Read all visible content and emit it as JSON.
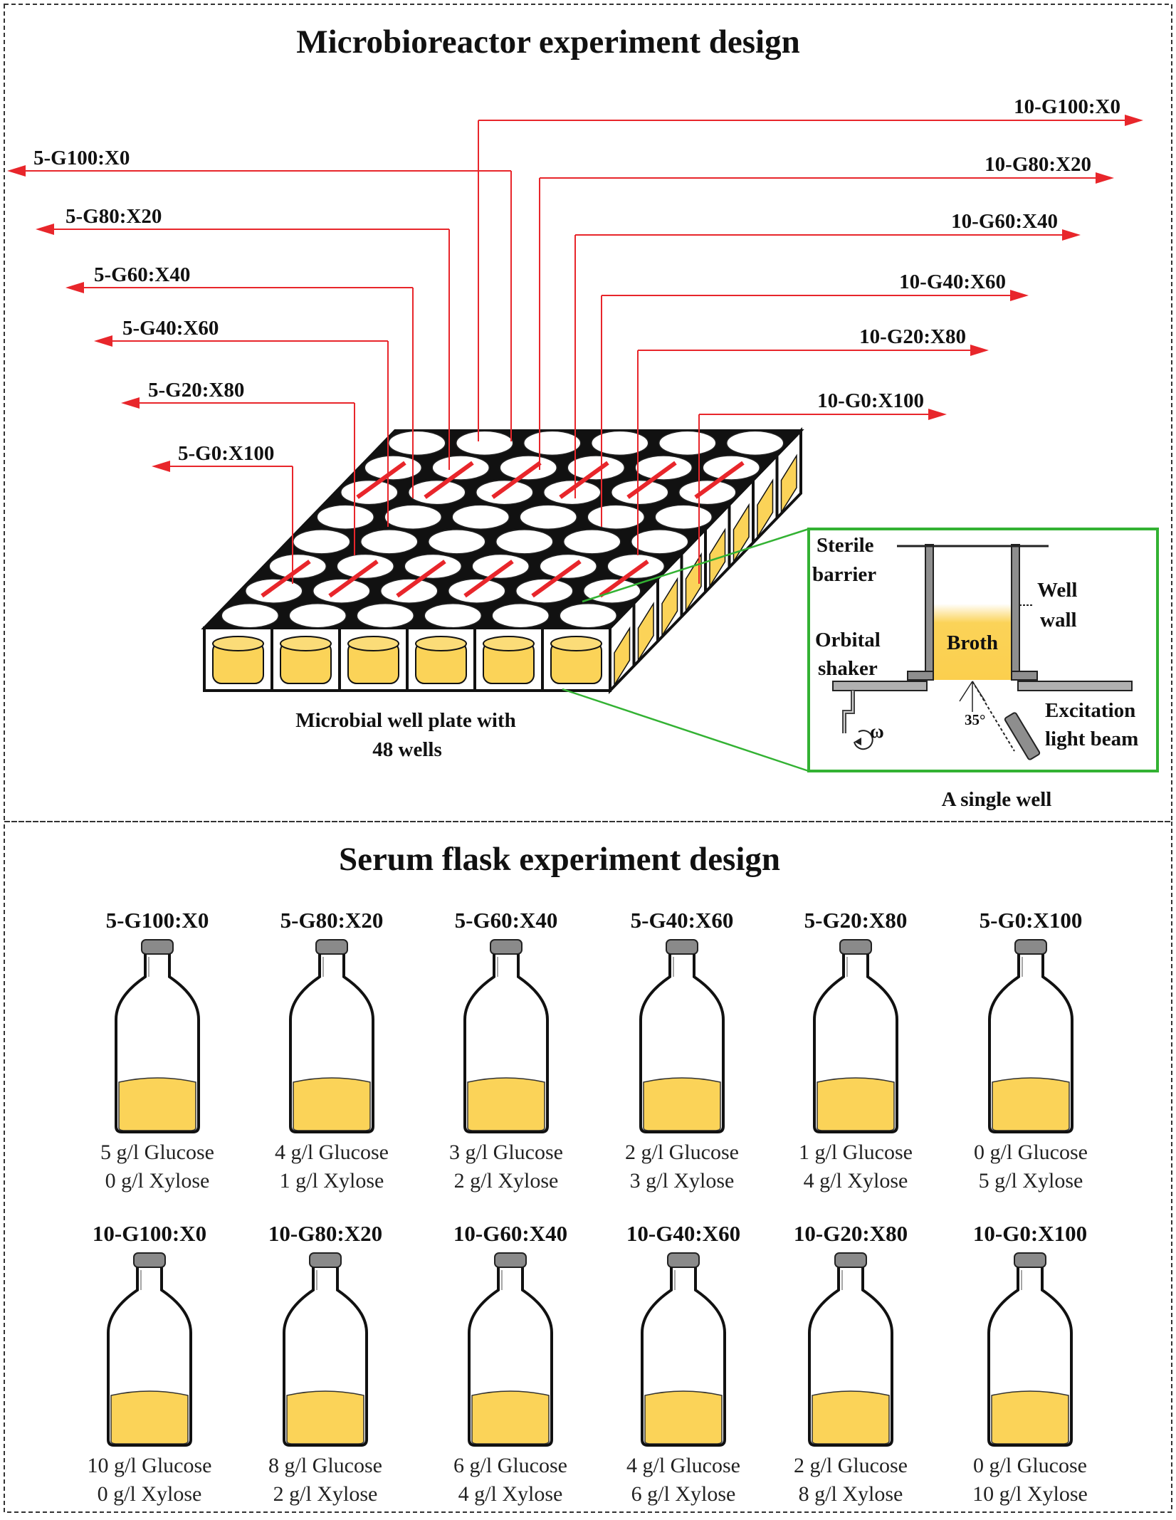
{
  "colors": {
    "arrow": "#e8262b",
    "broth": "#fbd358",
    "inset_border": "#33b233",
    "cap": "#8a8a8a",
    "frame": "#333333"
  },
  "micro": {
    "title": "Microbioreactor experiment design",
    "left_labels": [
      "5-G100:X0",
      "5-G80:X20",
      "5-G60:X40",
      "5-G40:X60",
      "5-G20:X80",
      "5-G0:X100"
    ],
    "right_labels": [
      "10-G100:X0",
      "10-G80:X20",
      "10-G60:X40",
      "10-G40:X60",
      "10-G20:X80",
      "10-G0:X100"
    ],
    "plate_caption_1": "Microbial well plate with",
    "plate_caption_2": "48 wells",
    "plate": {
      "rows": 8,
      "cols": 6
    },
    "inset": {
      "sterile_1": "Sterile",
      "sterile_2": "barrier",
      "well_1": "Well",
      "well_2": "wall",
      "orbital_1": "Orbital",
      "orbital_2": "shaker",
      "broth": "Broth",
      "angle": "35°",
      "omega": "ω",
      "excitation_1": "Excitation",
      "excitation_2": "light beam",
      "caption": "A single well"
    }
  },
  "serum": {
    "title": "Serum flask experiment design",
    "row1": [
      {
        "label": "5-G100:X0",
        "glucose": "5 g/l Glucose",
        "xylose": "0 g/l Xylose"
      },
      {
        "label": "5-G80:X20",
        "glucose": "4 g/l Glucose",
        "xylose": "1 g/l Xylose"
      },
      {
        "label": "5-G60:X40",
        "glucose": "3 g/l Glucose",
        "xylose": "2 g/l Xylose"
      },
      {
        "label": "5-G40:X60",
        "glucose": "2 g/l Glucose",
        "xylose": "3 g/l Xylose"
      },
      {
        "label": "5-G20:X80",
        "glucose": "1 g/l Glucose",
        "xylose": "4 g/l Xylose"
      },
      {
        "label": "5-G0:X100",
        "glucose": "0 g/l Glucose",
        "xylose": "5 g/l Xylose"
      }
    ],
    "row2": [
      {
        "label": "10-G100:X0",
        "glucose": "10 g/l Glucose",
        "xylose": "0 g/l Xylose"
      },
      {
        "label": "10-G80:X20",
        "glucose": "8 g/l Glucose",
        "xylose": "2 g/l Xylose"
      },
      {
        "label": "10-G60:X40",
        "glucose": "6 g/l Glucose",
        "xylose": "4 g/l Xylose"
      },
      {
        "label": "10-G40:X60",
        "glucose": "4 g/l Glucose",
        "xylose": "6 g/l Xylose"
      },
      {
        "label": "10-G20:X80",
        "glucose": "2 g/l Glucose",
        "xylose": "8 g/l Xylose"
      },
      {
        "label": "10-G0:X100",
        "glucose": "0 g/l Glucose",
        "xylose": "10 g/l Xylose"
      }
    ]
  }
}
